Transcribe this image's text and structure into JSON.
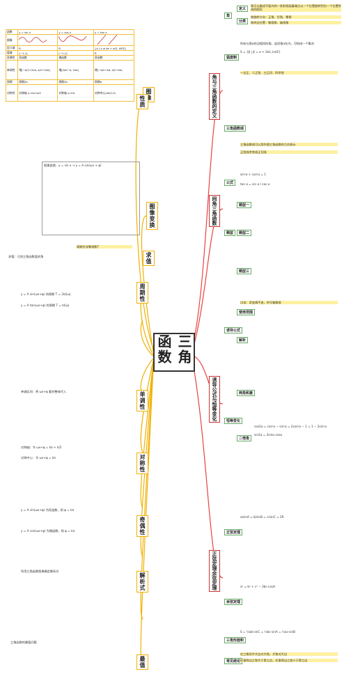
{
  "center_title": "三角函数",
  "right_main": [
    {
      "label": "角与三角函数的定义"
    },
    {
      "label": "同角三角函数"
    },
    {
      "label": "诱导公式与恒等变化"
    },
    {
      "label": "正弦定理余弦定理"
    }
  ],
  "right_sub": {
    "angle": "角",
    "definition": "定义",
    "classification": "分类",
    "arc": "弧度制",
    "unit_circle": "三角函数线",
    "formula": "公式",
    "types": "题型",
    "induction": "诱导公式",
    "double_angle": "二倍角",
    "sum_formula": "两角和差",
    "identity": "恒等变化",
    "sine_rule": "正弦定理",
    "cosine_rule": "余弦定理",
    "area": "三角形面积",
    "common": "常见结论"
  },
  "right_texts": {
    "def1": "角可以看成平面内的一条射线绕着端点从一个位置旋转到另一个位置所成的图形",
    "class1": "按旋转方向：正角、负角、零角",
    "class2": "按终边位置：象限角、轴线角",
    "arc1": "所有与角α终边相同的角，连同角α在内，可构成一个集合",
    "arc2": "S = {β | β = α + 2kπ, k∈Z}",
    "quad": "一全正、二正弦、三正切、四余弦",
    "line1": "三角函数线可以用作图三角函数的几何表示",
    "line2": "正弦线余弦线正切线",
    "sq": "sin²α + cos²α = 1",
    "tan": "tan α = sin α / cos α",
    "t1": "题型一",
    "t2": "题型二",
    "t3": "题型三",
    "kouj": "口诀：奇变偶不变，符号看象限",
    "use": "使用范围",
    "analysis": "解析",
    "c2a": "cos2α = cos²α − sin²α = 2cos²α − 1 = 1 − 2sin²α",
    "s2a": "sin2α = 2sinα cosα",
    "sr": "a/sinA = b/sinB = c/sinC = 2R",
    "cr": "a² = b² + c² − 2bc·cosA",
    "area": "S = ½ab·sinC = ½bc·sinA = ½ac·sinB",
    "com1": "在三角形中大边对大角，大角对大边",
    "com2": "任意两边之和大于第三边，任意两边之差小于第三边"
  },
  "left_main": [
    {
      "label": "图像"
    },
    {
      "label": "性质"
    },
    {
      "label": "图像变换"
    },
    {
      "label": "求值"
    },
    {
      "label": "周期性"
    },
    {
      "label": "对称性"
    },
    {
      "label": "单调性"
    },
    {
      "label": "奇偶性"
    },
    {
      "label": "解析式"
    },
    {
      "label": "最值"
    }
  ],
  "table": {
    "header": [
      "函数",
      "y = sin x",
      "y = cos x",
      "y = tan x"
    ],
    "rows": [
      [
        "图像",
        "",
        "",
        ""
      ],
      [
        "定义域",
        "R",
        "R",
        "{x | x ≠ kπ + π/2, k∈Z}"
      ],
      [
        "值域",
        "[−1,1]",
        "[−1,1]",
        "R"
      ],
      [
        "奇偶性",
        "奇函数",
        "偶函数",
        "奇函数"
      ],
      [
        "单调性",
        "增[−π/2+2kπ, π/2+2kπ]",
        "增[2kπ−π, 2kπ]",
        "增(−π/2+kπ, π/2+kπ)"
      ],
      [
        "周期",
        "周期2π",
        "周期2π",
        "周期π"
      ],
      [
        "对称性",
        "对称轴 x=kπ+π/2",
        "对称轴 x=kπ",
        "对称中心(kπ/2,0)"
      ]
    ]
  },
  "left_texts": {
    "transform": "图像变换：y = sin x → y = A sin(ωx + φ)",
    "period_def": "周期为非零常数T",
    "eval1": "求值：已知三角函数值求角",
    "period1": "y = A sin(ωx+φ) 的周期 T = 2π/|ω|",
    "period2": "y = A tan(ωx+φ) 的周期 T = π/|ω|",
    "sym1": "对称轴：令 ωx+φ = kπ + π/2",
    "sym2": "对称中心：令 ωx+φ = kπ",
    "mono": "单调区间：将 ωx+φ 看作整体代入",
    "odd1": "y = A sin(ωx+φ) 为奇函数，则 φ = kπ",
    "odd2": "y = A cos(ωx+φ) 为偶函数，则 φ = kπ",
    "formula": "利用三角函数图像确定解析式",
    "max": "三角函数的最值问题"
  }
}
